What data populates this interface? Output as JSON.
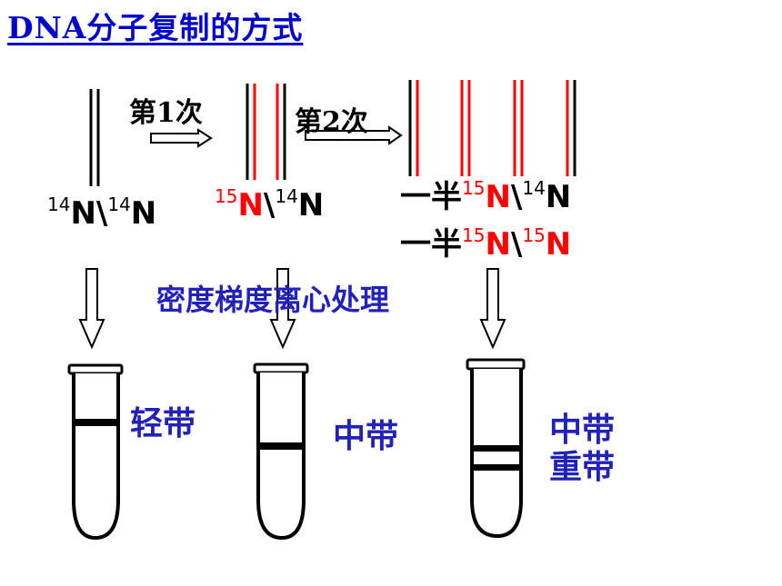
{
  "title": "DNA分子复制的方式",
  "steps": {
    "first": "第1次",
    "second": "第2次"
  },
  "labels": {
    "parent": {
      "left_sup": "14",
      "left": "N",
      "sep": "\\",
      "right_sup": "14",
      "right": "N"
    },
    "gen1": {
      "left_sup": "15",
      "left": "N",
      "sep": "\\",
      "right_sup": "14",
      "right": "N"
    },
    "gen2_a": {
      "prefix": "一半",
      "left_sup": "15",
      "left": "N",
      "sep": "\\",
      "right_sup": "14",
      "right": "N"
    },
    "gen2_b": {
      "prefix": "一半",
      "left_sup": "15",
      "left": "N",
      "sep": "\\",
      "right_sup": "15",
      "right": "N"
    }
  },
  "process_text": "密度梯度离心处理",
  "bands": {
    "tube1": "轻带",
    "tube2": "中带",
    "tube3_line1": "中带",
    "tube3_line2": "重带"
  },
  "colors": {
    "title": "#0000cc",
    "new_strand": "#ff0000",
    "old_strand": "#000000",
    "band_text": "#2222bb"
  }
}
